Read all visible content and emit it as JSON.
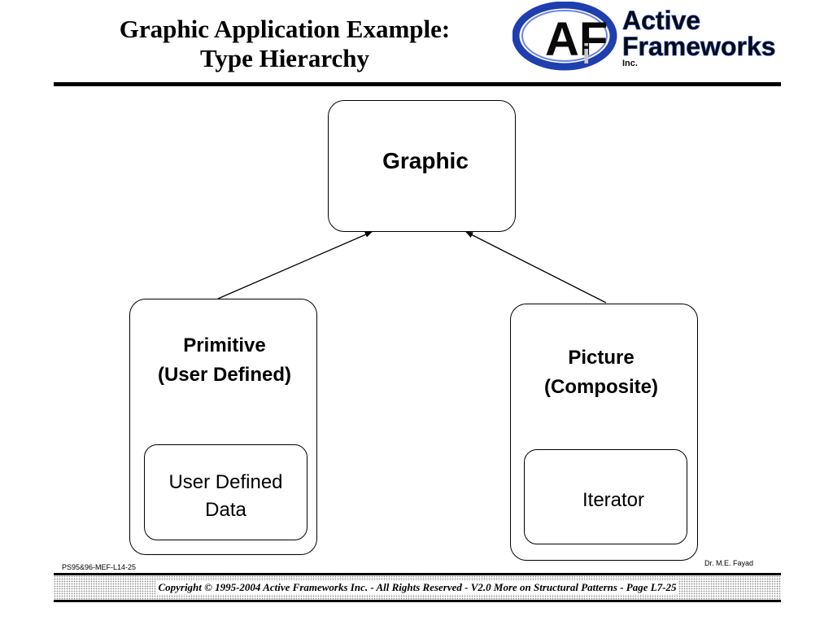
{
  "header": {
    "title_line1": "Graphic Application Example:",
    "title_line2": "Type Hierarchy",
    "logo_initials": "AF",
    "logo_small_i": "i",
    "logo_word1": "Active",
    "logo_word2": "Frameworks",
    "logo_inc": "Inc."
  },
  "diagram": {
    "root": {
      "label": "Graphic"
    },
    "primitive": {
      "label": "Primitive\n(User Defined)",
      "inner_label": "User Defined\nData"
    },
    "picture": {
      "label": "Picture\n(Composite)",
      "inner_label": "Iterator"
    }
  },
  "footer": {
    "slide_code": "PS95&96-MEF-L14-25",
    "author": "Dr. M.E. Fayad",
    "copyright": "Copyright © 1995-2004 Active Frameworks Inc.  -  All Rights Reserved - V2.0  More on Structural Patterns - Page L7-25"
  },
  "colors": {
    "logo_blue": "#1f3fb0",
    "logo_dark": "#0a0a0a",
    "logo_gray": "#c8c8c8"
  }
}
